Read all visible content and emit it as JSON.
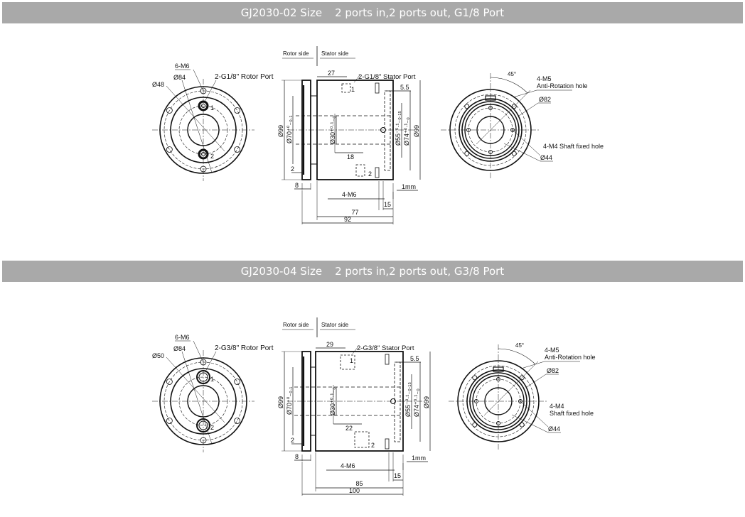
{
  "sections": [
    {
      "title_model": "GJ2030-02 Size",
      "title_desc": "2 ports in,2 ports out, G1/8 Port",
      "front": {
        "bolts": "6-M6",
        "pcd": "Ø84",
        "bore": "Ø48",
        "port": "2-G1/8\" Rotor Port",
        "port1": "1",
        "port2": "2"
      },
      "side": {
        "rotor": "Rotor side",
        "stator": "Stator side",
        "d_port_offset": "27",
        "port": "2-G1/8\" Stator Port",
        "port1": "1",
        "port2": "2",
        "d_5_5": "5.5",
        "d_lower_port": "18",
        "d_step": "2",
        "d_flange": "8",
        "bolts": "4-M6",
        "gap": "1mm",
        "d_15": "15",
        "d_body": "77",
        "d_total": "92",
        "dia_outer_left": "Ø99",
        "dia_70": "Ø70⁺⁰₋₀.₁",
        "dia_30": "Ø30⁺⁰·¹₋₀",
        "dia_55": "Ø55⁻⁰·¹₋₀.₁₅",
        "dia_74": "Ø74⁺⁰·¹₋₀",
        "dia_outer_right": "Ø99"
      },
      "back": {
        "angle": "45°",
        "anti_rotation": [
          "4-M5",
          "Anti-Rotation hole"
        ],
        "pcd": "Ø82",
        "shaft": [
          "4-M4 Shaft fixed hole"
        ],
        "inner": "Ø44"
      }
    },
    {
      "title_model": "GJ2030-04 Size",
      "title_desc": "2 ports in,2 ports out, G3/8 Port",
      "front": {
        "bolts": "6-M6",
        "pcd": "Ø84",
        "bore": "Ø50",
        "port": "2-G3/8\" Rotor Port",
        "port1": "1",
        "port2": "2"
      },
      "side": {
        "rotor": "Rotor side",
        "stator": "Stator side",
        "d_port_offset": "29",
        "port": "2-G3/8\" Stator Port",
        "port1": "1",
        "port2": "2",
        "d_5_5": "5.5",
        "d_lower_port": "22",
        "d_step": "2",
        "d_flange": "8",
        "bolts": "4-M6",
        "gap": "1mm",
        "d_15": "15",
        "d_body": "85",
        "d_total": "100",
        "dia_outer_left": "Ø99",
        "dia_70": "Ø70⁺⁰₋₀.₁",
        "dia_30": "Ø30⁺⁰·¹₋₀",
        "dia_55": "Ø55⁻⁰·¹₋₀.₁₅",
        "dia_74": "Ø74⁺⁰·¹₋₀",
        "dia_outer_right": "Ø99"
      },
      "back": {
        "angle": "45°",
        "anti_rotation": [
          "4-M5",
          "Anti-Rotation hole"
        ],
        "pcd": "Ø82",
        "shaft": [
          "4-M4",
          "Shaft fixed hole"
        ],
        "inner": "Ø44"
      }
    }
  ]
}
